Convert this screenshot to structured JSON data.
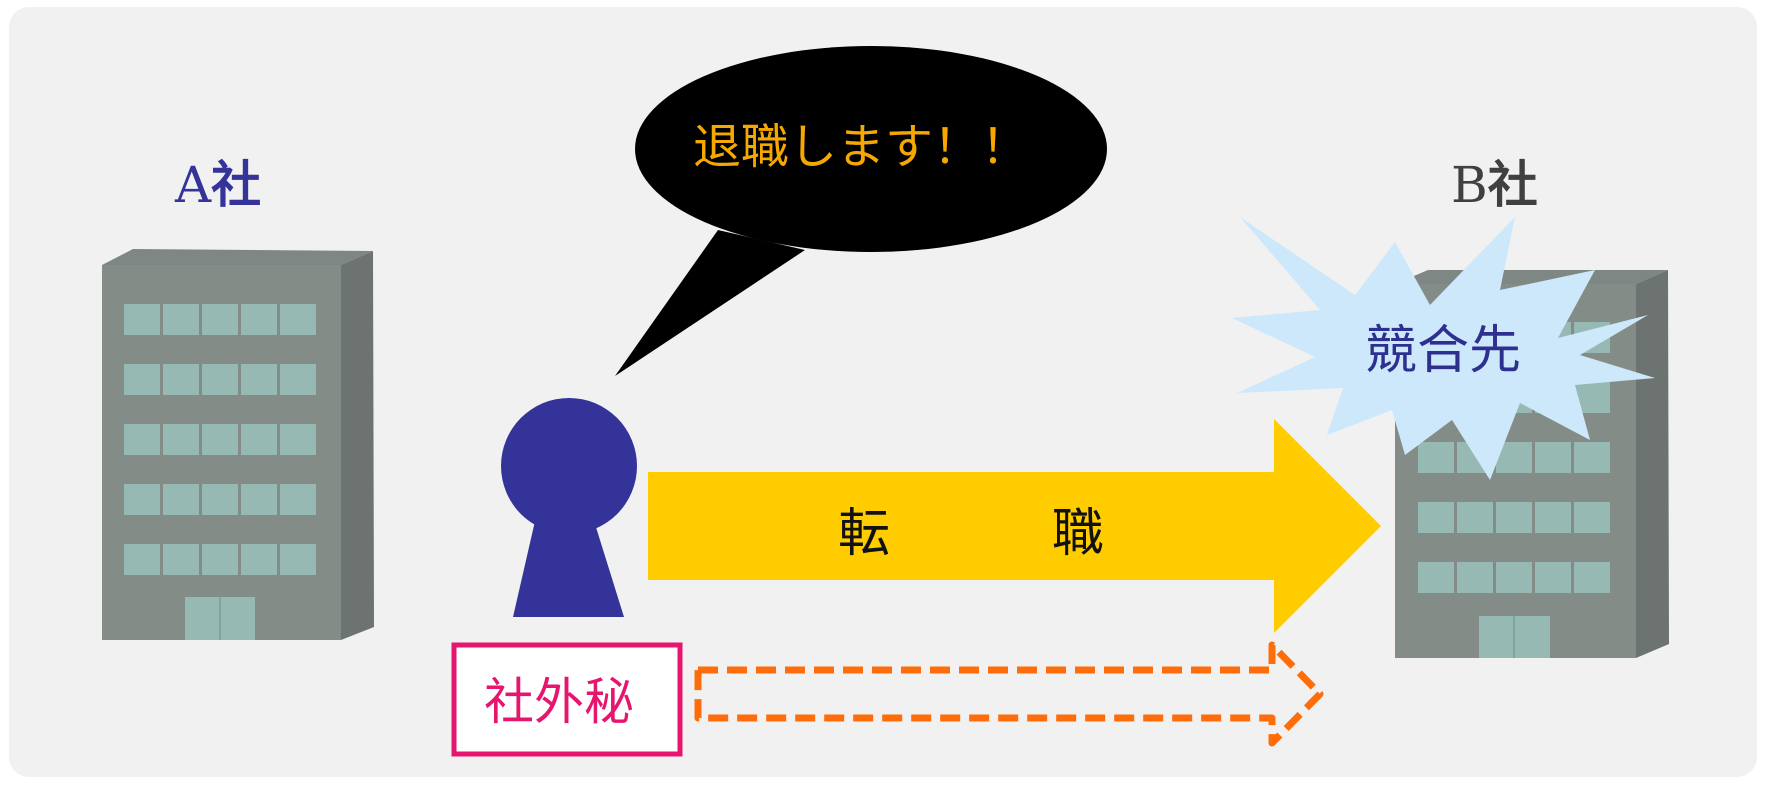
{
  "company_a": {
    "prefix": "A",
    "suffix": "社"
  },
  "company_b": {
    "prefix": "B",
    "suffix": "社"
  },
  "speech_bubble": {
    "text": "退職します！！"
  },
  "competitor_badge": {
    "text": "競合先"
  },
  "transfer_arrow": {
    "char_1": "転",
    "char_2": "職"
  },
  "confidential_box": {
    "text": "社外秘"
  },
  "colors": {
    "person": "#333399",
    "arrow": "#ffcc00",
    "dashed_arrow": "#ff6d0b",
    "confidential": "#e6166f",
    "badge": "#cde8fb",
    "building_front": "#848c88",
    "building_side": "#6c7370",
    "window": "#96b9b3"
  }
}
